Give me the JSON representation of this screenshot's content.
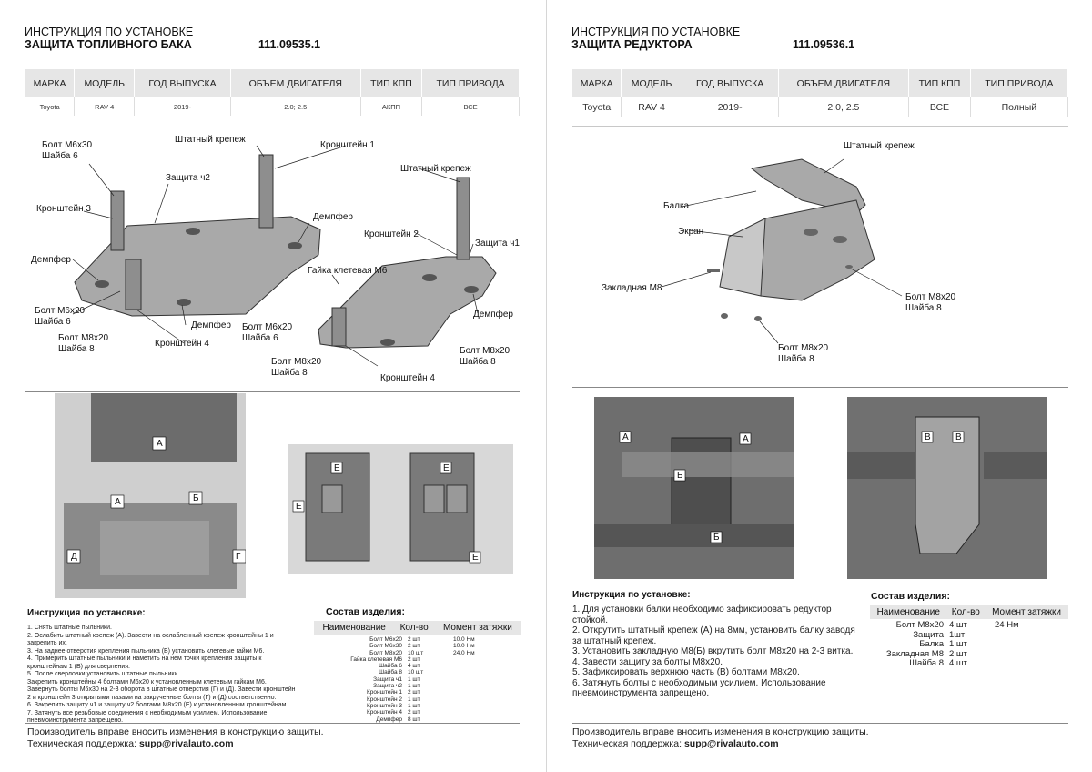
{
  "left": {
    "header_line1": "ИНСТРУКЦИЯ ПО УСТАНОВКЕ",
    "header_line2": "ЗАЩИТА ТОПЛИВНОГО БАКА",
    "article": "111.09535.1",
    "spec_headers": [
      "МАРКА",
      "МОДЕЛЬ",
      "ГОД ВЫПУСКА",
      "ОБЪЕМ ДВИГАТЕЛЯ",
      "ТИП КПП",
      "ТИП ПРИВОДА"
    ],
    "spec_values": [
      "Toyota",
      "RAV 4",
      "2019-",
      "2.0; 2.5",
      "АКПП",
      "ВСЕ"
    ],
    "labels": {
      "bolt_m6x30": "Болт М6х30",
      "washer_6": "Шайба 6",
      "bracket_3": "Кронштейн 3",
      "protection_p2": "Защита ч2",
      "std_mount_a": "Штатный крепеж",
      "bracket_1": "Кронштейн 1",
      "damper_a": "Демпфер",
      "std_mount_b": "Штатный крепеж",
      "bracket_2": "Кронштейн 2",
      "protection_p1": "Защита ч1",
      "damper_b": "Демпфер",
      "cage_nut": "Гайка клетевая М6",
      "bolt_m6x20": "Болт М6х20",
      "washer_6b": "Шайба 6",
      "damper_c": "Демпфер",
      "bolt_m8x20": "Болт М8х20",
      "washer_8": "Шайба 8",
      "bracket_4": "Кронштейн 4",
      "bolt_m6x20b": "Болт М6х20",
      "washer_6c": "Шайба 6",
      "damper_d": "Демпфер",
      "bolt_m8x20b": "Болт М8х20",
      "washer_8b": "Шайба 8",
      "bracket_4b": "Кронштейн 4",
      "bolt_m8x20c": "Болт М8х20",
      "washer_8c": "Шайба 8"
    },
    "instructions_title": "Инструкция по установке:",
    "instructions": [
      "1. Снять штатные пыльники.",
      "2. Ослабить штатный крепеж (А). Завести на ослабленный крепеж кронштейны 1 и закрепить их.",
      "3. На заднее отверстия крепления пыльника (Б) установить клетевые гайки М6.",
      "4. Примерить штатные пыльники и наметить на нем точки крепления защиты к кронштейнам 1 (В) для сверления.",
      "5. После сверловки установить штатные пыльники.",
      "Закрепить кронштейны 4 болтами М6х20 к установленным клетевым гайкам М6.",
      "Завернуть болты М6х30 на 2-3 оборота в штатные отверстия (Г) и (Д). Завести кронштейн 2 и кронштейн 3 открытыми пазами на закрученные болты (Г) и (Д) соответственно.",
      "6. Закрепить защиту ч1 и защиту ч2 болтами М8х20 (Е) к установленным кронштейнам.",
      "7. Затянуть все резьбовые соединения с необходимым усилием. Использование пневмоинструмента запрещено."
    ],
    "composition_title": "Состав изделия:",
    "composition_headers": [
      "Наименование",
      "Кол-во",
      "Момент затяжки"
    ],
    "composition_rows": [
      [
        "Болт М6х20",
        "2 шт",
        "10.0 Нм"
      ],
      [
        "Болт М6х30",
        "2 шт",
        "10.0 Нм"
      ],
      [
        "Болт М8х20",
        "10 шт",
        "24.0 Нм"
      ],
      [
        "Гайка клетевая М6",
        "2 шт",
        ""
      ],
      [
        "Шайба 6",
        "4 шт",
        ""
      ],
      [
        "Шайба 8",
        "10 шт",
        ""
      ],
      [
        "Защита ч1",
        "1 шт",
        ""
      ],
      [
        "Защита ч2",
        "1 шт",
        ""
      ],
      [
        "Кронштейн 1",
        "2 шт",
        ""
      ],
      [
        "Кронштейн 2",
        "1 шт",
        ""
      ],
      [
        "Кронштейн 3",
        "1 шт",
        ""
      ],
      [
        "Кронштейн 4",
        "2 шт",
        ""
      ],
      [
        "Демпфер",
        "8 шт",
        ""
      ]
    ],
    "footer_line1": "Производитель вправе вносить изменения в конструкцию защиты.",
    "footer_support_label": "Техническая поддержка:",
    "footer_email": "supp@rivalauto.com"
  },
  "right": {
    "header_line1": "ИНСТРУКЦИЯ ПО УСТАНОВКЕ",
    "header_line2": "ЗАЩИТА РЕДУКТОРА",
    "article": "111.09536.1",
    "spec_headers": [
      "МАРКА",
      "МОДЕЛЬ",
      "ГОД ВЫПУСКА",
      "ОБЪЕМ ДВИГАТЕЛЯ",
      "ТИП КПП",
      "ТИП ПРИВОДА"
    ],
    "spec_values": [
      "Toyota",
      "RAV 4",
      "2019-",
      "2.0, 2.5",
      "ВСЕ",
      "Полный"
    ],
    "labels": {
      "std_mount": "Штатный крепеж",
      "beam": "Балка",
      "screen": "Экран",
      "insert_m8": "Закладная М8",
      "bolt_m8x20a": "Болт М8х20",
      "washer_8a": "Шайба 8",
      "bolt_m8x20b": "Болт М8х20",
      "washer_8b": "Шайба 8"
    },
    "instructions_title": "Инструкция по установке:",
    "instructions": [
      "1. Для установки балки необходимо зафиксировать редуктор стойкой.",
      "2. Открутить штатный крепеж (А) на 8мм, установить балку заводя за штатный крепеж.",
      "3. Установить закладную М8(Б) вкрутить болт М8х20 на 2-3 витка.",
      "4. Завести защиту за болты М8х20.",
      "5. Зафиксировать верхнюю часть (В) болтами М8х20.",
      "6. Затянуть болты с необходимым усилием. Использование пневмоинструмента запрещено."
    ],
    "composition_title": "Состав изделия:",
    "composition_headers": [
      "Наименование",
      "Кол-во",
      "Момент затяжки"
    ],
    "composition_rows": [
      [
        "Болт М8х20",
        "4 шт",
        "24 Нм"
      ],
      [
        "Защита",
        "1шт",
        ""
      ],
      [
        "Балка",
        "1 шт",
        ""
      ],
      [
        "Закладная М8",
        "2 шт",
        ""
      ],
      [
        "Шайба 8",
        "4 шт",
        ""
      ]
    ],
    "footer_line1": "Производитель вправе вносить изменения в конструкцию защиты.",
    "footer_support_label": "Техническая поддержка:",
    "footer_email": "supp@rivalauto.com"
  },
  "photo_markers": [
    "А",
    "Б",
    "В",
    "Г",
    "Д",
    "Е"
  ]
}
